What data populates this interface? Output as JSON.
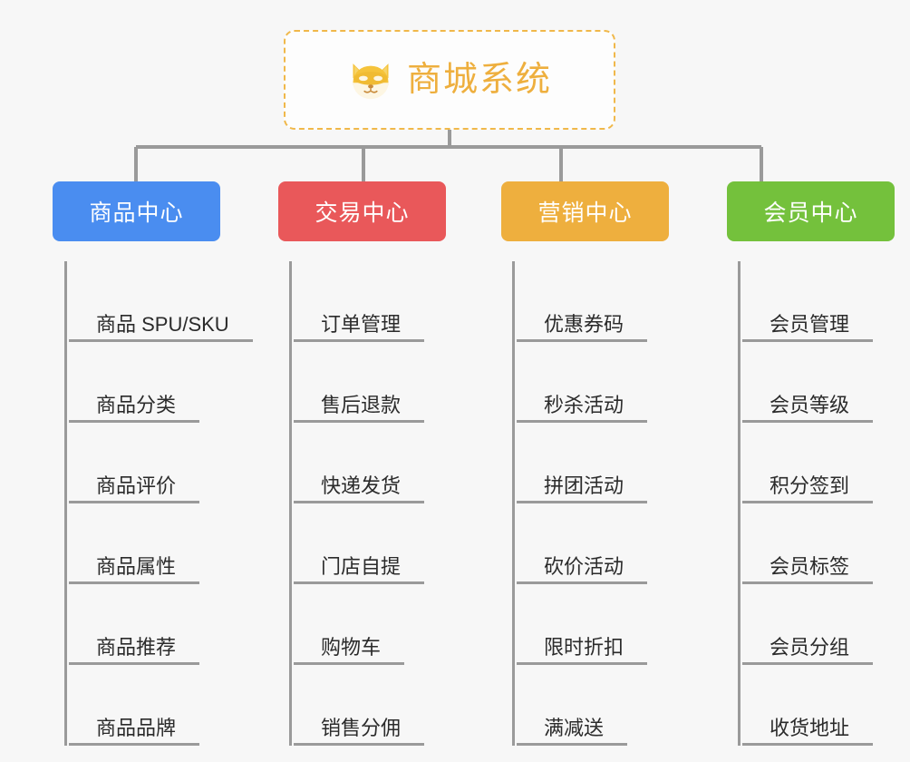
{
  "canvas": {
    "background_color": "#f7f7f7",
    "line_color": "#9a9a9a"
  },
  "root": {
    "title": "商城系统",
    "icon": "shiba-dog-icon",
    "text_color": "#eeaf3e",
    "border_color": "#f0b84a",
    "background_color": "#fdfdfd"
  },
  "branches": [
    {
      "label": "商品中心",
      "color": "#4a8df0",
      "items": [
        {
          "label": "商品 SPU/SKU"
        },
        {
          "label": "商品分类"
        },
        {
          "label": "商品评价"
        },
        {
          "label": "商品属性"
        },
        {
          "label": "商品推荐"
        },
        {
          "label": "商品品牌"
        }
      ]
    },
    {
      "label": "交易中心",
      "color": "#e9585a",
      "items": [
        {
          "label": "订单管理"
        },
        {
          "label": "售后退款"
        },
        {
          "label": "快递发货"
        },
        {
          "label": "门店自提"
        },
        {
          "label": "购物车"
        },
        {
          "label": "销售分佣"
        }
      ]
    },
    {
      "label": "营销中心",
      "color": "#eeaf3e",
      "items": [
        {
          "label": "优惠券码"
        },
        {
          "label": "秒杀活动"
        },
        {
          "label": "拼团活动"
        },
        {
          "label": "砍价活动"
        },
        {
          "label": "限时折扣"
        },
        {
          "label": "满减送"
        }
      ]
    },
    {
      "label": "会员中心",
      "color": "#74c13c",
      "items": [
        {
          "label": "会员管理"
        },
        {
          "label": "会员等级"
        },
        {
          "label": "积分签到"
        },
        {
          "label": "会员标签"
        },
        {
          "label": "会员分组"
        },
        {
          "label": "收货地址"
        }
      ]
    }
  ]
}
